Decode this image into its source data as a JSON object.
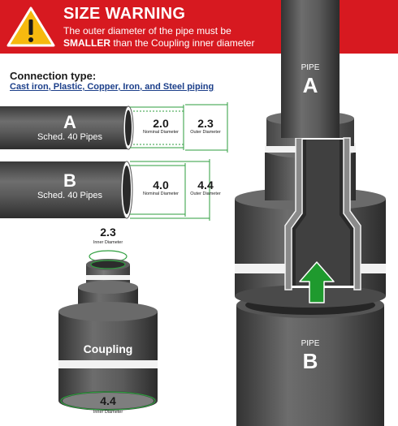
{
  "warning": {
    "title": "SIZE WARNING",
    "line1": "The outer diameter of the pipe must be",
    "line2_bold": "SMALLER",
    "line2_rest": " than the Coupling inner diameter",
    "banner_color": "#d71920"
  },
  "connection": {
    "title": "Connection type:",
    "types": "Cast iron, Plastic, Copper, Iron, and Steel piping"
  },
  "pipe_a": {
    "letter": "A",
    "schedule": "Sched. 40 Pipes",
    "inner_value": "2.0",
    "inner_label": "Nominal Diameter",
    "outer_value": "2.3",
    "outer_label": "Outer Diameter"
  },
  "pipe_b": {
    "letter": "B",
    "schedule": "Sched. 40 Pipes",
    "inner_value": "4.0",
    "inner_label": "Nominal Diameter",
    "outer_value": "4.4",
    "outer_label": "Outer Diameter"
  },
  "coupling": {
    "label": "Coupling",
    "top_value": "2.3",
    "top_label": "Inner Diameter",
    "bottom_value": "4.4",
    "bottom_label": "Inner Diameter"
  },
  "assembly": {
    "top_pipe_word": "PIPE",
    "top_pipe_letter": "A",
    "bottom_pipe_word": "PIPE",
    "bottom_pipe_letter": "B"
  },
  "colors": {
    "pipe_dark": "#4a4a4a",
    "pipe_mid": "#6a6a6a",
    "ring_white": "#f2f2f2",
    "dimension_green": "#2e9e3e",
    "arrow_green": "#1f9a2e"
  },
  "icons": [
    "warning-triangle-icon",
    "up-arrow-icon"
  ]
}
